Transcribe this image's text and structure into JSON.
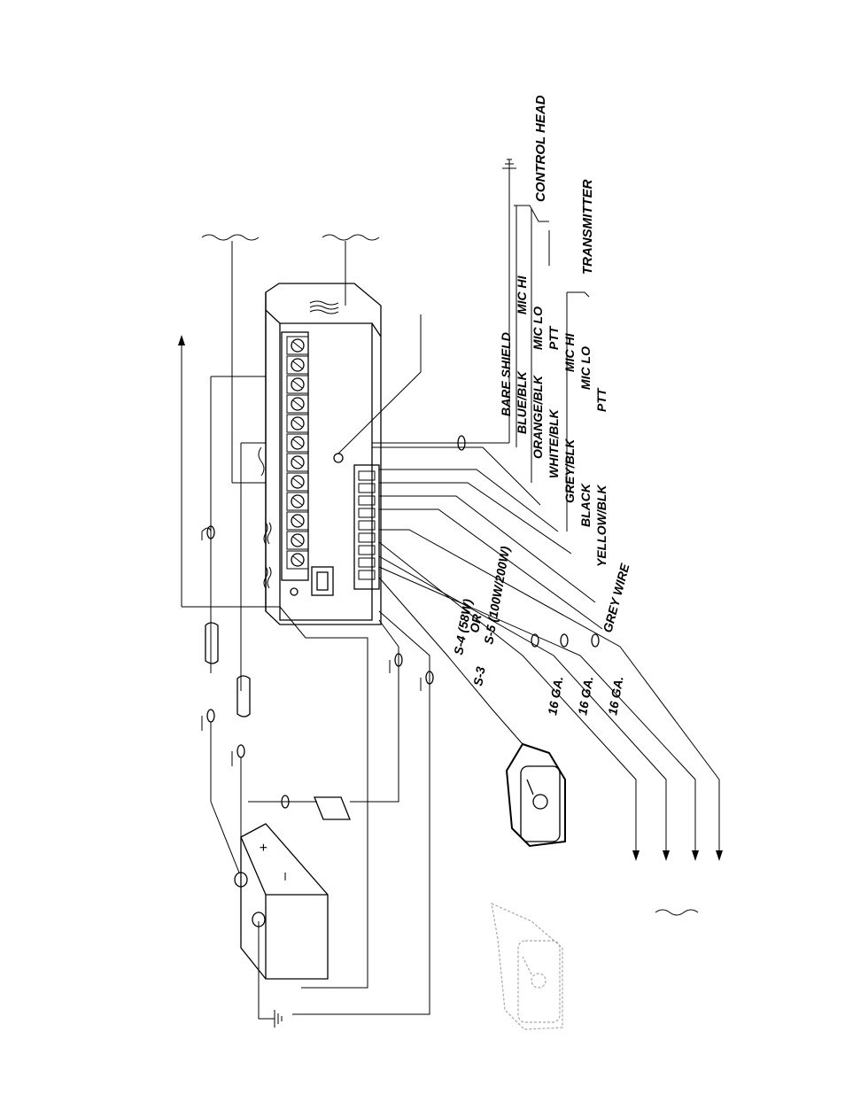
{
  "diagram": {
    "labels": {
      "control_head": "CONTROL HEAD",
      "transmitter": "TRANSMITTER",
      "bare_shield": "BARE SHIELD",
      "blue_blk": "BLUE/BLK",
      "orange_blk": "ORANGE/BLK",
      "white_blk": "WHITE/BLK",
      "grey_blk": "GREY/BLK",
      "black": "BLACK",
      "yellow_blk": "YELLOW/BLK",
      "mic_hi_1": "MIC HI",
      "mic_lo_1": "MIC LO",
      "ptt_1": "PTT",
      "mic_hi_2": "MIC HI",
      "mic_lo_2": "MIC LO",
      "ptt_2": "PTT",
      "grey_wire": "GREY WIRE",
      "s4": "S-4 (58W)",
      "or": "OR",
      "s5": "S-5 (100W/200W)",
      "s3": "S-3",
      "ga_1": "16 GA.",
      "ga_2": "16 GA.",
      "ga_3": "16 GA.",
      "battery_plus": "+",
      "battery_minus": "–"
    }
  }
}
